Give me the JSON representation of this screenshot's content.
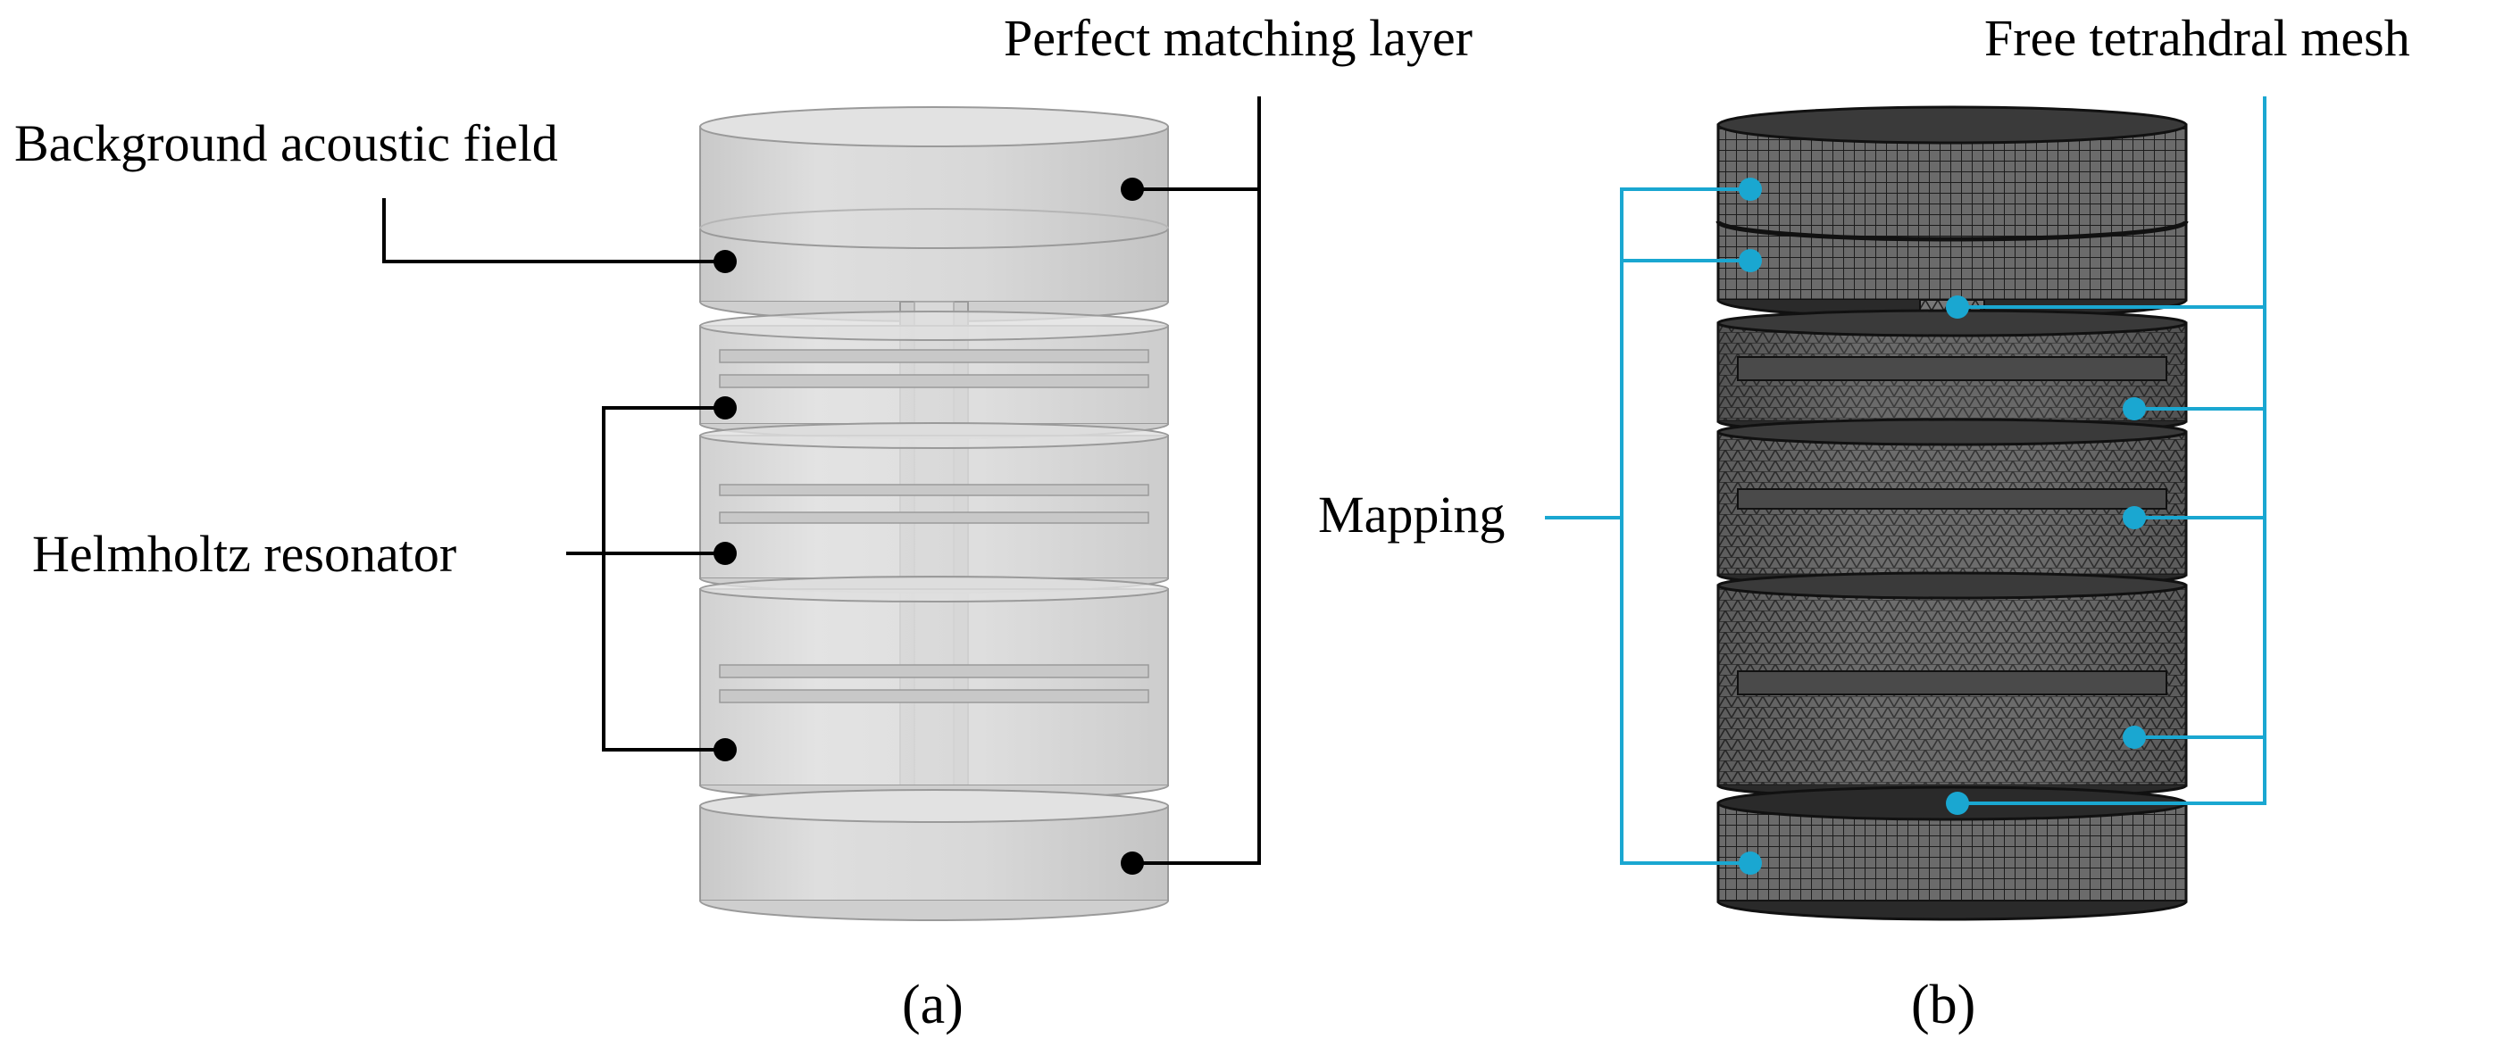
{
  "panel_a": {
    "caption": "(a)",
    "labels": {
      "pml": "Perfect matching layer",
      "background": "Background acoustic field",
      "helmholtz": "Helmholtz resonator"
    }
  },
  "panel_b": {
    "caption": "(b)",
    "labels": {
      "free_mesh": "Free tetrahdral mesh",
      "mapping": "Mapping"
    }
  },
  "colors": {
    "leader_a": "#000000",
    "leader_b": "#1aa7d1",
    "marker_b": "#1aa7d1",
    "solid_fill": "#d6d6d6",
    "mesh_fill": "#3a3a3a"
  }
}
